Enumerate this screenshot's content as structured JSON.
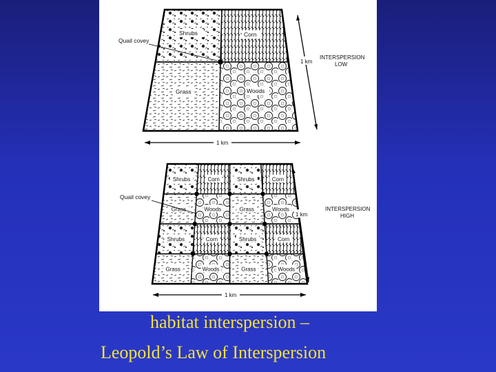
{
  "top_diagram": {
    "cells": {
      "shrubs": "Shrubs",
      "corn": "Corn",
      "grass": "Grass",
      "woods": "Woods"
    },
    "quail_covey": "Quail covey",
    "side_scale": "1 km",
    "bottom_scale": "1 km",
    "interspersion_line1": "INTERSPERSION",
    "interspersion_line2": "LOW"
  },
  "bottom_diagram": {
    "grid": [
      [
        "Shrubs",
        "Corn",
        "Shrubs",
        "Corn"
      ],
      [
        "Grass",
        "Woods",
        "Grass",
        "Woods"
      ],
      [
        "Shrubs",
        "Corn",
        "Shrubs",
        "Corn"
      ],
      [
        "Grass",
        "Woods",
        "Grass",
        "Woods"
      ]
    ],
    "quail_covey": "Quail covey",
    "side_scale": "1 km",
    "bottom_scale": "1 km",
    "interspersion_line1": "INTERSPERSION",
    "interspersion_line2": "HIGH"
  },
  "caption": {
    "line1": "habitat interspersion –",
    "line2": "Leopold’s Law of Interspersion"
  },
  "colors": {
    "background": "#2430b8",
    "caption": "#f3e23a"
  }
}
